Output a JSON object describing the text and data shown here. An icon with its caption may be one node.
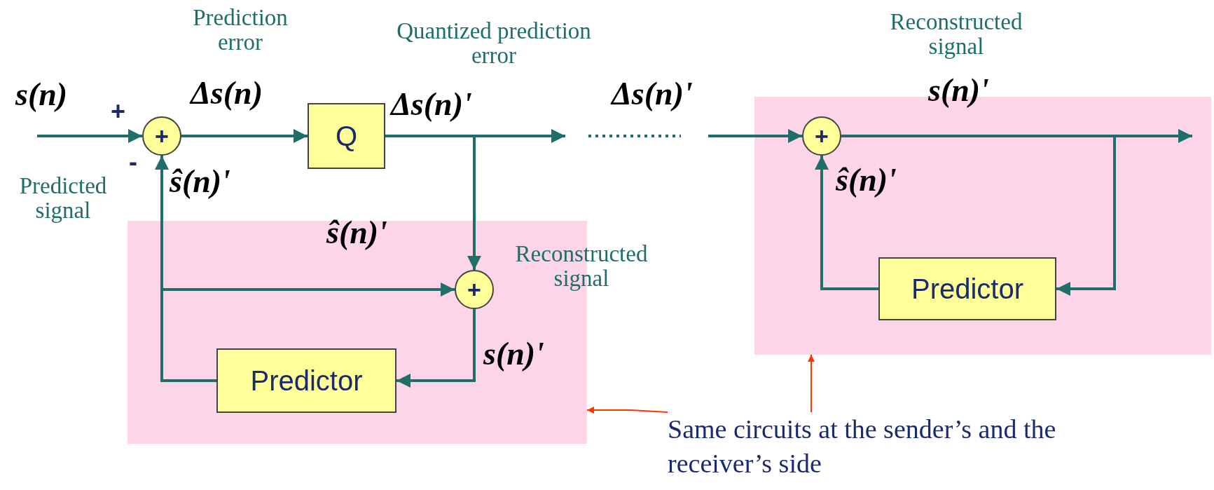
{
  "diagram": {
    "nodes": [
      {
        "text": [],
        "shape": "box"
      },
      {
        "text": [],
        "shape": "box"
      },
      {
        "text": [
          "+"
        ],
        "beside": [
          "Predicted signal"
        ]
      },
      {
        "text": [
          "Q"
        ],
        "beside": [
          "Quantized prediction error"
        ]
      },
      {
        "text": [
          "+"
        ],
        "in": 0,
        "beside": [
          "Reconstructed signal"
        ]
      },
      {
        "text": [
          "Predictor"
        ],
        "in": 0
      },
      {
        "text": [
          "+"
        ],
        "in": 1,
        "beside": [
          "Reconstructed signal"
        ]
      },
      {
        "text": [
          "Predictor"
        ],
        "in": 1
      },
      {
        "text": [
          "Same circuits at the sender’s and the receiver’s side"
        ]
      }
    ],
    "edges": [
      {
        "from": null,
        "to": 2,
        "arrow": "to",
        "label": "s(n)"
      },
      {
        "from": 2,
        "to": 3,
        "arrow": "to",
        "label": "Δs(n)"
      },
      {
        "from": 3,
        "to": null,
        "arrow": "to",
        "label": "Δs(n)'"
      },
      {
        "from": 3,
        "to": 4,
        "arrow": "to"
      },
      {
        "from": 4,
        "to": 5,
        "arrow": "to",
        "label": "s(n)'"
      },
      {
        "from": 5,
        "to": 2,
        "arrow": "to",
        "label": "ŝ(n)'"
      },
      {
        "from": 5,
        "to": 4,
        "arrow": "to",
        "label": "ŝ(n)'"
      },
      {
        "from": null,
        "to": 6,
        "arrow": "to",
        "label": "Δs(n)'"
      },
      {
        "from": 6,
        "to": null,
        "arrow": "to",
        "label": "s(n)'"
      },
      {
        "from": 6,
        "to": 7,
        "arrow": "to"
      },
      {
        "from": 7,
        "to": 6,
        "arrow": "to",
        "label": "ŝ(n)'"
      },
      {
        "from": 8,
        "to": 0,
        "arrow": "to",
        "color": "#ff3300"
      },
      {
        "from": 8,
        "to": 1,
        "arrow": "to",
        "color": "#ff3300"
      }
    ],
    "labels": [
      "Prediction error",
      "+",
      "-"
    ]
  }
}
